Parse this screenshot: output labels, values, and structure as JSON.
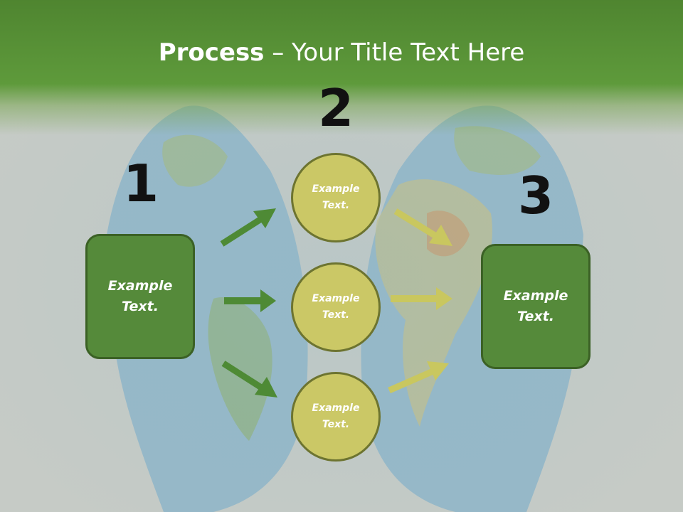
{
  "slide": {
    "title_bold": "Process",
    "title_rest": " – Your Title Text Here"
  },
  "steps": {
    "one": "1",
    "two": "2",
    "three": "3"
  },
  "nodes": {
    "left_box": "Example\nText.",
    "circle_top": "Example\nText.",
    "circle_middle": "Example\nText.",
    "circle_bottom": "Example\nText.",
    "right_box": "Example\nText."
  },
  "colors": {
    "header_green": "#5e9a3b",
    "box_green": "#558a3a",
    "circle_yellow": "#cbc866",
    "arrow_green": "#4e8a35",
    "arrow_yellow": "#c9c75f"
  },
  "background": {
    "image": "hands-holding-world-map"
  }
}
